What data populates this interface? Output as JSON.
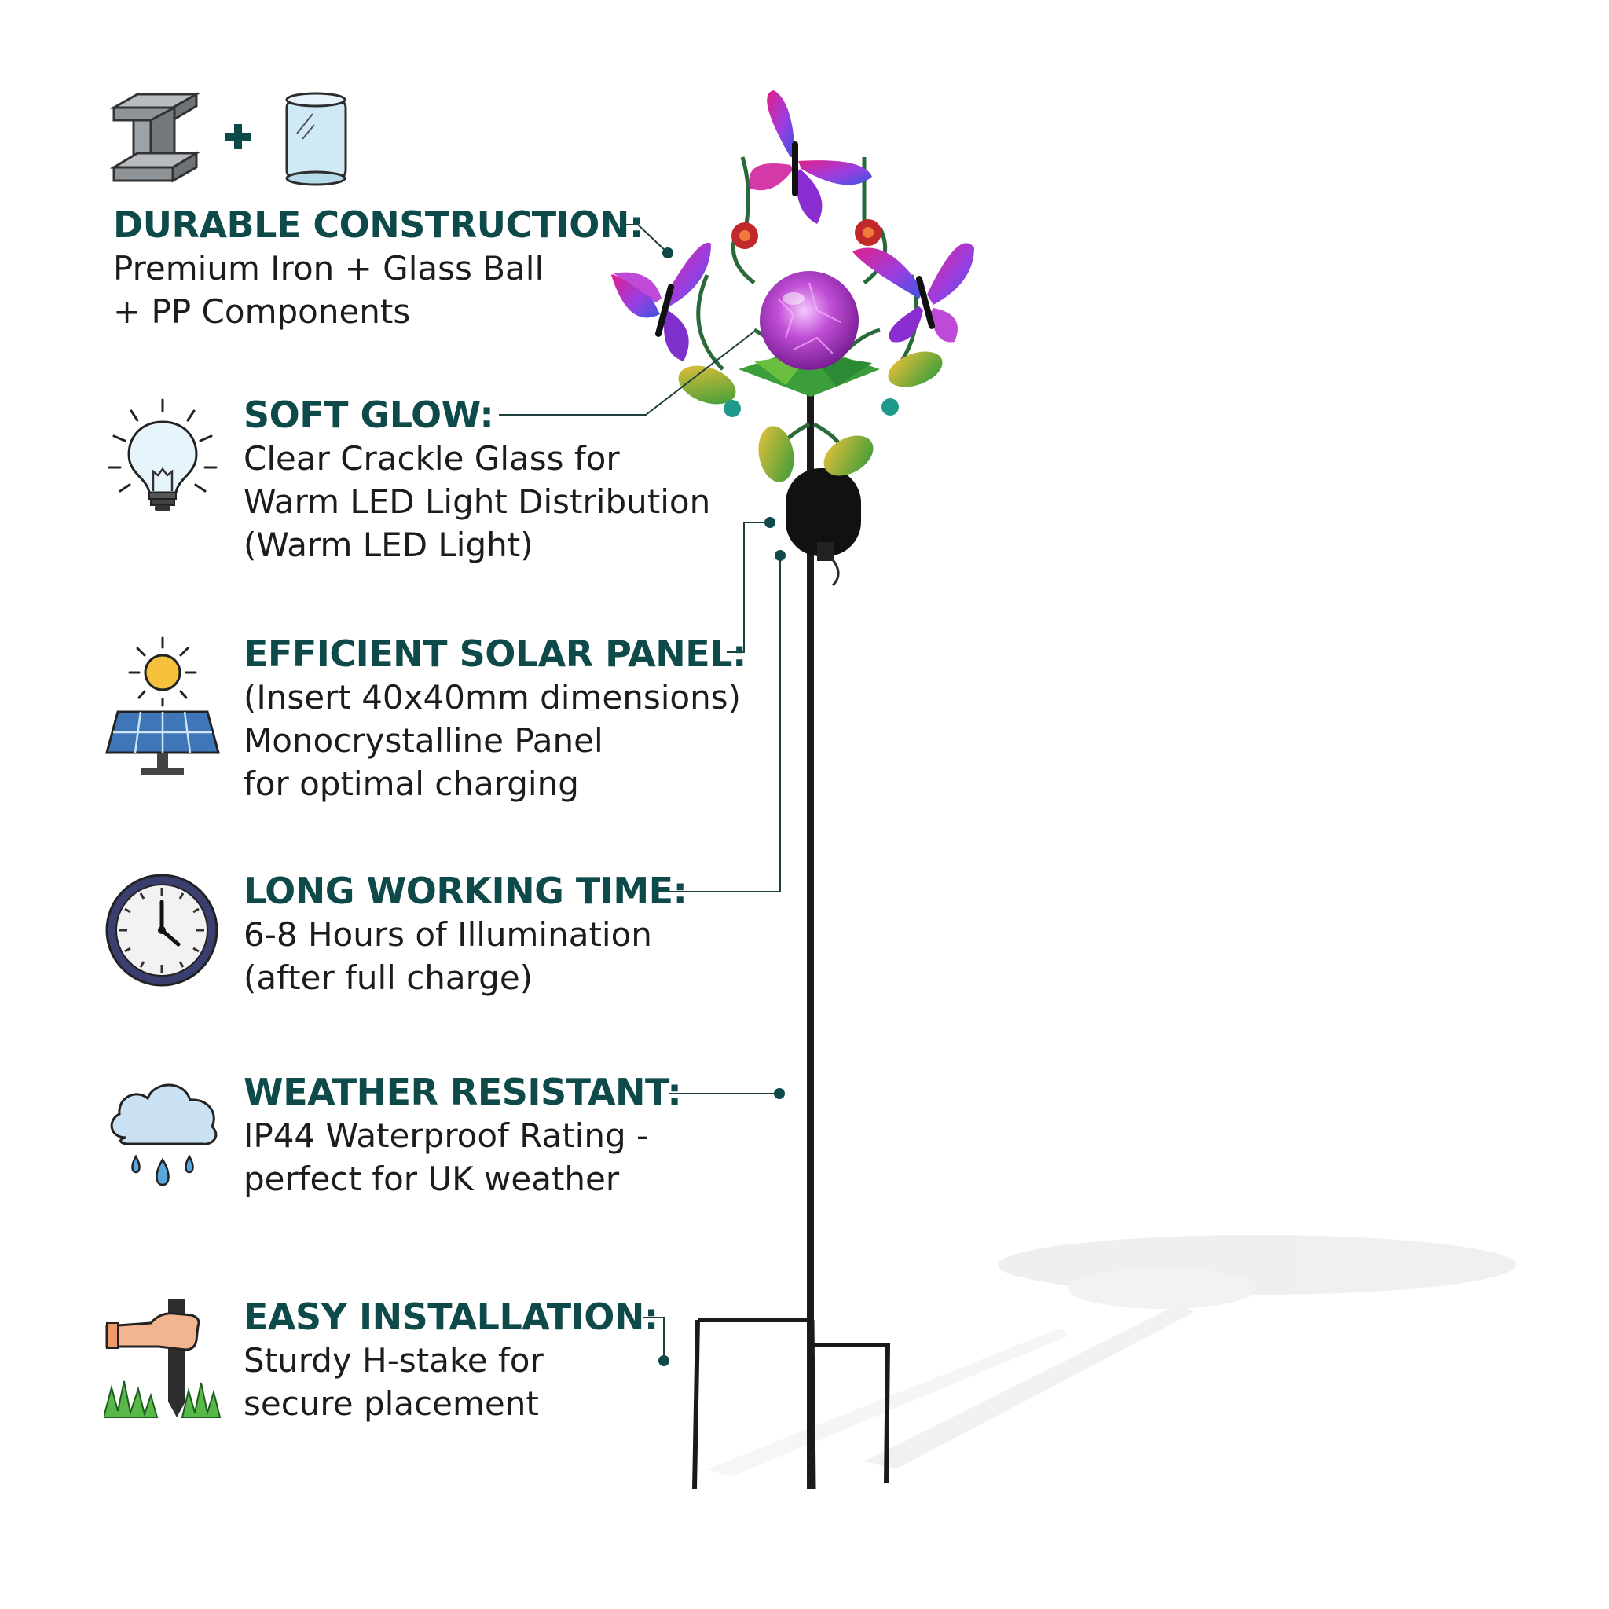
{
  "colors": {
    "title": "#0f4a4a",
    "body": "#1c1c1c",
    "leader": "#1f3f3f",
    "stake": "#1a1a1a",
    "orb": "#c14fd6",
    "butterfly_pink": "#e0208a",
    "butterfly_blue": "#3b55e0",
    "leaf": "#3fa63a",
    "flower_red": "#c0282a",
    "shadow": "#ececec"
  },
  "product": {
    "name": "butterfly solar stake light",
    "icons": [
      "butterfly-icon",
      "crackle-glass-orb-icon",
      "leaf-icon",
      "red-flower-icon",
      "solar-cap-icon",
      "h-stake-icon"
    ]
  },
  "features": [
    {
      "key": "durable",
      "icon": "iron-beam-plus-glass-icon",
      "title": "DURABLE CONSTRUCTION:",
      "lines": [
        "Premium Iron + Glass Ball",
        "+ PP Components"
      ]
    },
    {
      "key": "glow",
      "icon": "light-bulb-icon",
      "title": "SOFT GLOW:",
      "lines": [
        "Clear Crackle Glass for",
        "Warm LED Light Distribution",
        "(Warm LED Light)"
      ]
    },
    {
      "key": "solar",
      "icon": "solar-panel-sun-icon",
      "title": "EFFICIENT SOLAR PANEL:",
      "lines": [
        "(Insert 40x40mm dimensions)",
        "Monocrystalline Panel",
        "for optimal charging"
      ]
    },
    {
      "key": "time",
      "icon": "clock-icon",
      "title": "LONG WORKING TIME:",
      "lines": [
        "6-8 Hours of Illumination",
        "(after full charge)"
      ]
    },
    {
      "key": "weather",
      "icon": "rain-cloud-icon",
      "title": "WEATHER RESISTANT:",
      "lines": [
        "IP44 Waterproof Rating -",
        "perfect for UK weather"
      ]
    },
    {
      "key": "install",
      "icon": "hand-stake-grass-icon",
      "title": "EASY INSTALLATION:",
      "lines": [
        "Sturdy H-stake for",
        "secure placement"
      ]
    }
  ]
}
